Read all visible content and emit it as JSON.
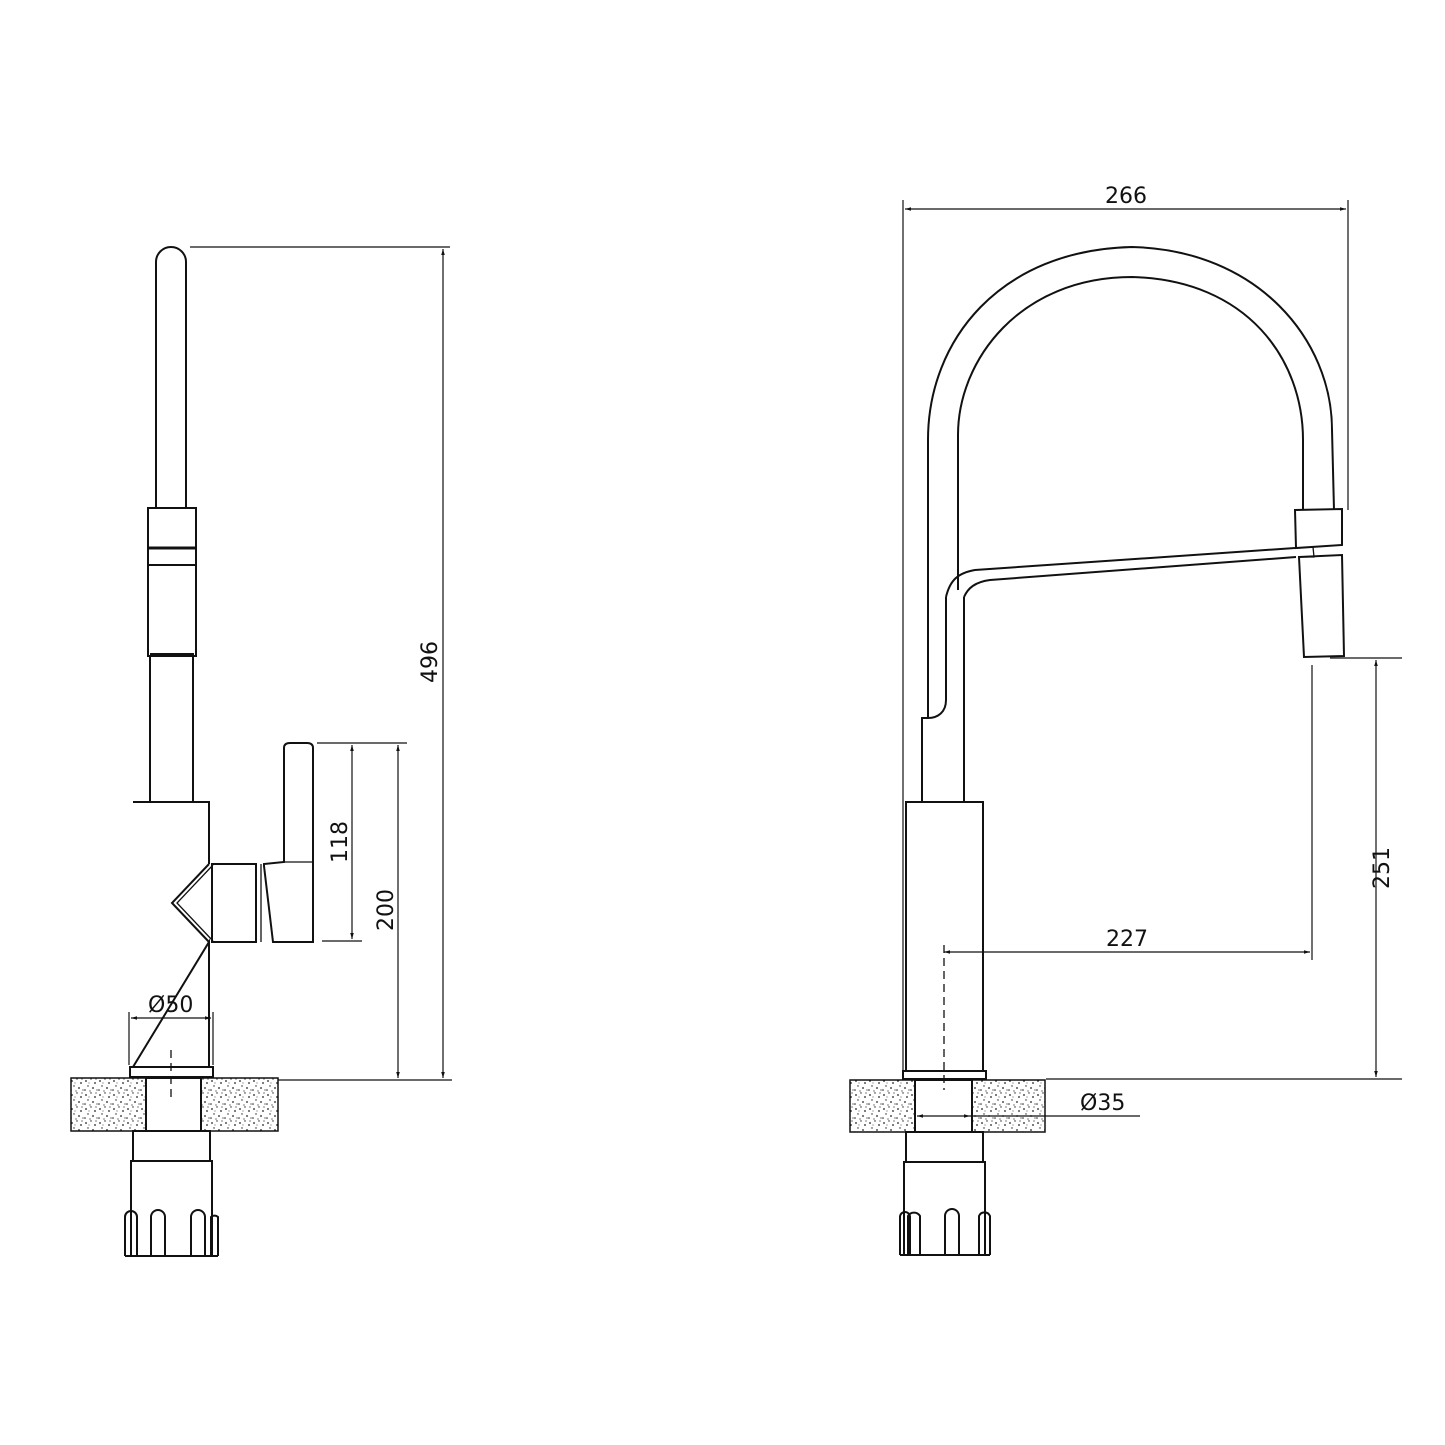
{
  "diagram": {
    "subject": "Kitchen faucet technical drawing",
    "views": [
      {
        "name": "side-view",
        "dimensions": {
          "overall_height": "496",
          "handle_height": "118",
          "lever_height": "200",
          "base_diameter": "Ø50"
        }
      },
      {
        "name": "front-view",
        "dimensions": {
          "overall_width": "266",
          "spout_reach": "227",
          "spout_height": "251",
          "hole_diameter": "Ø35"
        }
      }
    ],
    "colors": {
      "line": "#111111",
      "background": "#ffffff",
      "countertop_speckle": "#222222"
    }
  }
}
